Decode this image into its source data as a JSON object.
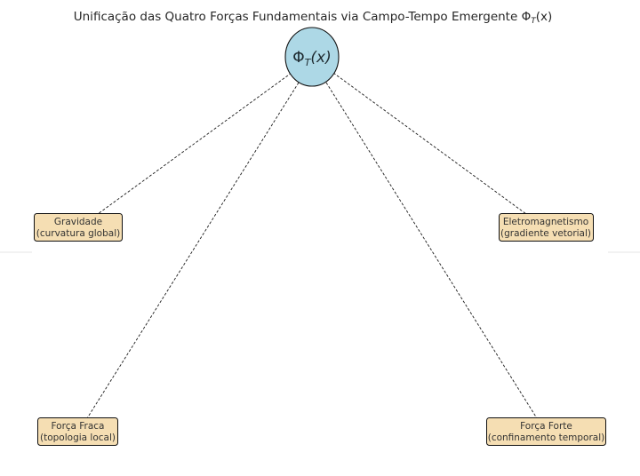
{
  "diagram": {
    "title": {
      "prefix": "Unificação das Quatro Forças Fundamentais via Campo-Tempo Emergente ",
      "phi": "Φ",
      "sub": "T",
      "arg": "(x)"
    },
    "center": {
      "phi": "Φ",
      "sub": "T",
      "arg": "(x)"
    },
    "nodes": [
      {
        "id": "gravidade",
        "line1": "Gravidade",
        "line2": "(curvatura global)"
      },
      {
        "id": "eletromagnetismo",
        "line1": "Eletromagnetismo",
        "line2": "(gradiente vetorial)"
      },
      {
        "id": "forca-fraca",
        "line1": "Força Fraca",
        "line2": "(topologia local)"
      },
      {
        "id": "forca-forte",
        "line1": "Força Forte",
        "line2": "(confinamento temporal)"
      }
    ],
    "colors": {
      "center_fill": "#add8e6",
      "node_fill": "#f5deb3",
      "edge": "#111111"
    }
  }
}
